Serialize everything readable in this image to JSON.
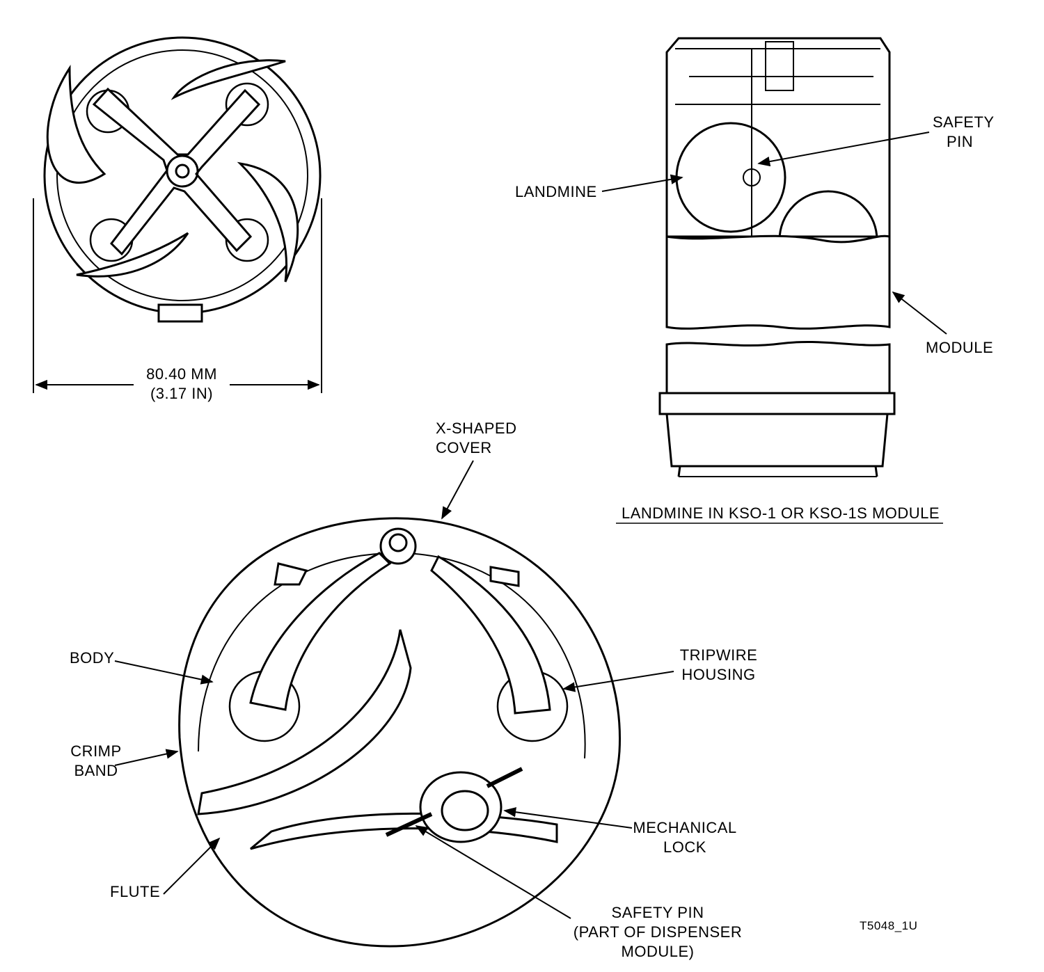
{
  "labels": {
    "dimension_mm": "80.40 MM",
    "dimension_in": "(3.17 IN)",
    "safety_pin_module": [
      "SAFETY",
      "PIN"
    ],
    "landmine": "LANDMINE",
    "module": "MODULE",
    "module_caption": "LANDMINE IN KSO-1 OR KSO-1S MODULE",
    "x_shaped_cover": [
      "X-SHAPED",
      "COVER"
    ],
    "body": "BODY",
    "tripwire_housing": [
      "TRIPWIRE",
      "HOUSING"
    ],
    "crimp_band": [
      "CRIMP",
      "BAND"
    ],
    "flute": "FLUTE",
    "mechanical_lock": [
      "MECHANICAL",
      "LOCK"
    ],
    "safety_pin_dispenser": [
      "SAFETY PIN",
      "(PART OF DISPENSER",
      "MODULE)"
    ],
    "figure_id": "T5048_1U"
  }
}
